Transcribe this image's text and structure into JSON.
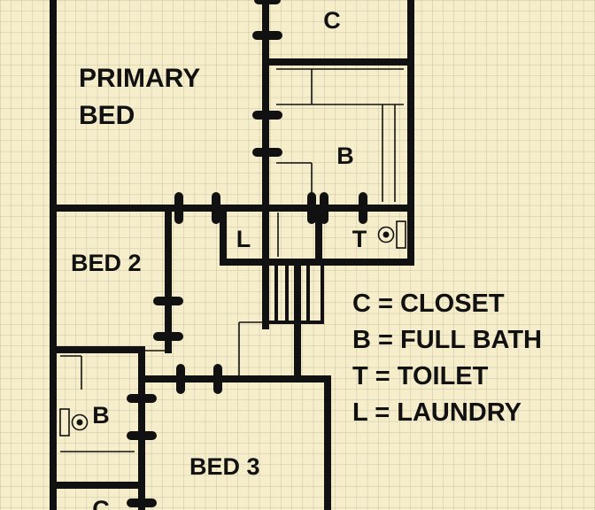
{
  "colors": {
    "paper": "#f6eecb",
    "grid": "#c7c2a6",
    "wall": "#111111"
  },
  "rooms": {
    "closet_top": "C",
    "primary_bed_line1": "PRIMARY",
    "primary_bed_line2": "BED",
    "bath_top": "B",
    "laundry": "L",
    "toilet": "T",
    "bed2": "BED 2",
    "bath_left": "B",
    "bed3": "BED 3",
    "closet_bottom": "C"
  },
  "legend": [
    "C = CLOSET",
    "B = FULL BATH",
    "T = TOILET",
    "L = LAUNDRY"
  ]
}
